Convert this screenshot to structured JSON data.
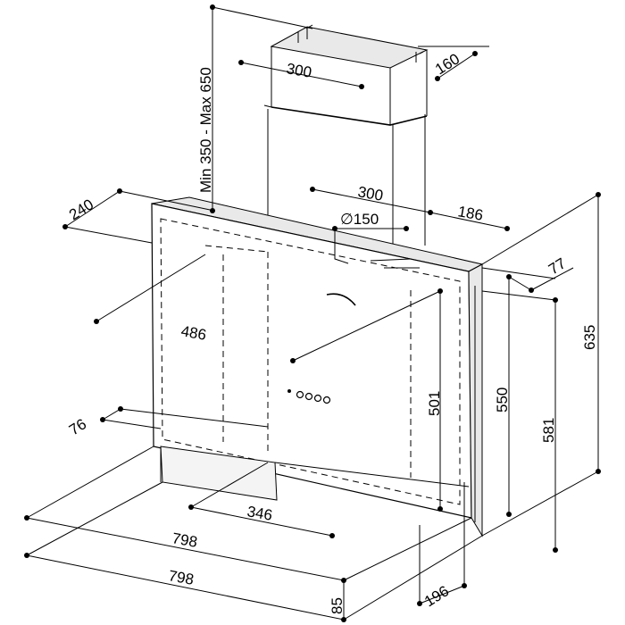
{
  "dimensions": {
    "chimney_height": "Min 350 - Max 650",
    "chimney_width": "300",
    "chimney_depth": "160",
    "hood_top_width": "300",
    "outlet_diameter": "∅150",
    "outlet_offset": "186",
    "wall_offset": "240",
    "side_depth": "77",
    "total_height": "635",
    "front_diagonal": "486",
    "front_height": "501",
    "side_height": "550",
    "back_height": "581",
    "bottom_depth": "76",
    "lower_width": "346",
    "width_front": "798",
    "width_back": "798",
    "base_height": "85",
    "base_depth": "196"
  }
}
